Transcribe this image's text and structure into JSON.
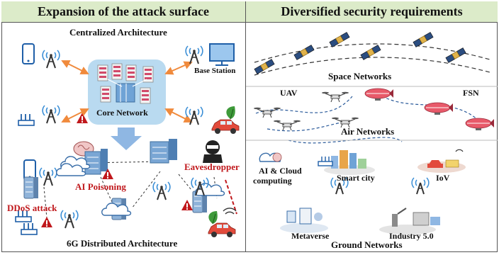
{
  "headers": {
    "left": "Expansion of the attack surface",
    "right": "Diversified security requirements"
  },
  "left_panel": {
    "centralized_title": "Centralized Architecture",
    "base_station": "Base Station",
    "core_network": "Core Network",
    "ai_poisoning": "AI Poisoning",
    "eavesdropper": "Eavesdropper",
    "ddos_attack": "DDoS attack",
    "distributed_title": "6G Distributed Architecture"
  },
  "right_panel": {
    "space_networks": "Space Networks",
    "uav": "UAV",
    "fsn": "FSN",
    "air_networks": "Air Networks",
    "ai_cloud_line1": "AI & Cloud",
    "ai_cloud_line2": "computing",
    "smart_city": "Smart city",
    "iov": "IoV",
    "metaverse": "Metaverse",
    "industry": "Industry 5.0",
    "ground_networks": "Ground Networks"
  },
  "colors": {
    "header_bg": "#dcebc9",
    "core_bg": "#b9daf0",
    "arrow_orange": "#f08a3c",
    "warning_red": "#c0181c",
    "car_red": "#e24b3c"
  }
}
